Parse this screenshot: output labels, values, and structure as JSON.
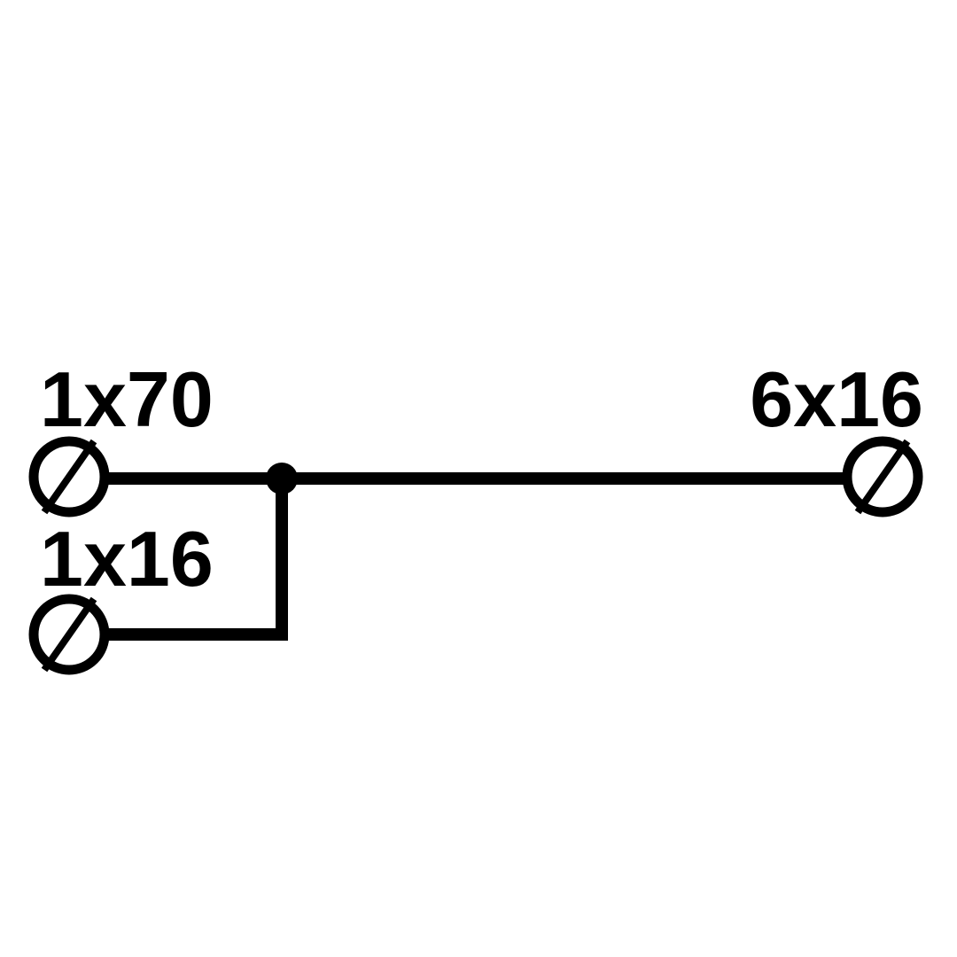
{
  "diagram": {
    "type": "wiring-connection-diagram",
    "background_color": "#ffffff",
    "line_color": "#000000",
    "terminals": [
      {
        "id": "left-top",
        "label": "1x70",
        "position": "top-left"
      },
      {
        "id": "left-bottom",
        "label": "1x16",
        "position": "bottom-left"
      },
      {
        "id": "right",
        "label": "6x16",
        "position": "top-right"
      }
    ],
    "connections": [
      {
        "from": "left-top",
        "to": "right",
        "via": "junction"
      },
      {
        "from": "left-bottom",
        "to": "junction",
        "via": "junction"
      }
    ],
    "junction": {
      "id": "junction-dot"
    }
  }
}
